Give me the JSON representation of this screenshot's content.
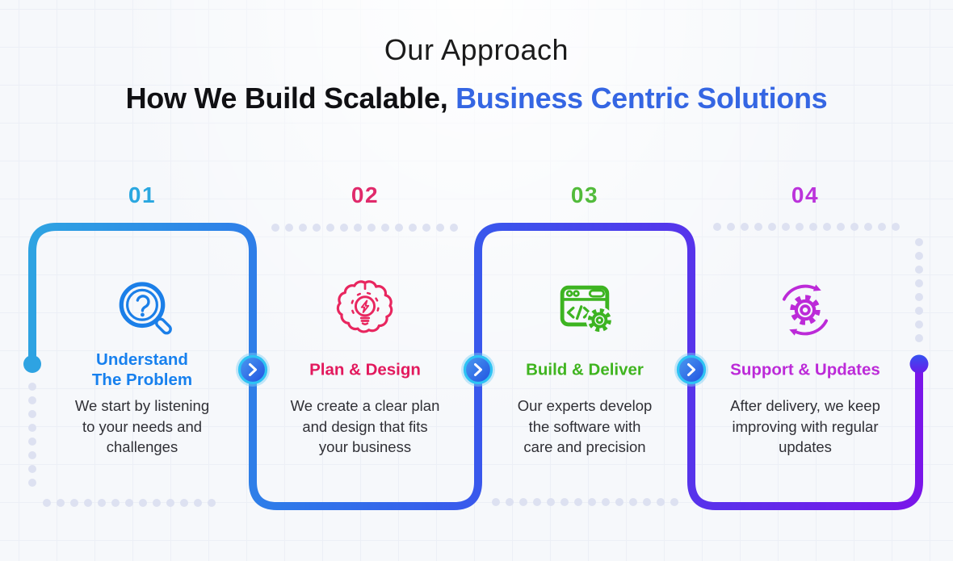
{
  "header": {
    "eyebrow": "Our Approach",
    "title_prefix": "How We Build Scalable, ",
    "title_highlight": "Business Centric Solutions",
    "title_text_color": "#101013",
    "highlight_color": "#3566E3"
  },
  "steps": [
    {
      "number": "01",
      "number_color": "#2AA7E0",
      "title": "Understand\nThe Problem",
      "title_color": "#1780EE",
      "icon": "magnifier-question-icon",
      "icon_color": "#1B7FE8",
      "description": "We start by listening\nto your needs and\nchallenges"
    },
    {
      "number": "02",
      "number_color": "#E02A6B",
      "title": "Plan & Design",
      "title_color": "#E2195D",
      "icon": "brain-idea-icon",
      "icon_color": "#E8265F",
      "description": "We create a clear plan\nand design that fits\nyour business"
    },
    {
      "number": "03",
      "number_color": "#52BB3B",
      "title": "Build & Deliver",
      "title_color": "#3FB41F",
      "icon": "browser-code-gear-icon",
      "icon_color": "#3DB421",
      "description": "Our experts develop\nthe software with\ncare and precision"
    },
    {
      "number": "04",
      "number_color": "#BB33DB",
      "title": "Support & Updates",
      "title_color": "#BC2AD8",
      "icon": "gear-refresh-icon",
      "icon_color": "#BC2AD8",
      "description": "After delivery, we keep\nimproving with regular\nupdates"
    }
  ],
  "flow": {
    "line_gradient": [
      "#2EA3E2",
      "#2E7BE9",
      "#3A55EC",
      "#5A30EB",
      "#7A16E9"
    ],
    "dotted_color": "#DDE1F1",
    "chevron_ring_color": "#2EC3F4",
    "start_dot_color": "#2EA3E2",
    "end_dot_gradient": [
      "#3452F1",
      "#6C1BEA"
    ],
    "description_text_color": "#303036"
  }
}
